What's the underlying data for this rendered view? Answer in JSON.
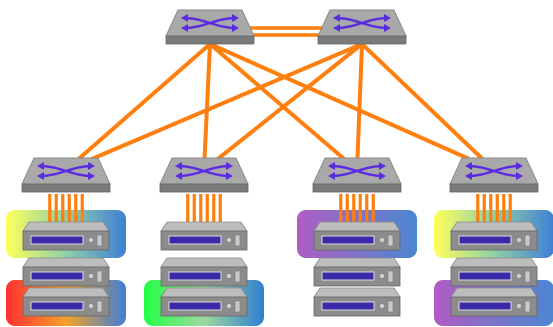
{
  "diagram": {
    "palette": {
      "background": "#ffffff",
      "link": "#ff7f0e",
      "switch_top": "#a9a9a9",
      "switch_side": "#7a7a7a",
      "switch_arrow": "#5b2be0",
      "server_body": "#a8a8a8",
      "server_front": "#8c8c8c",
      "server_display": "#3b2aa8",
      "server_led": "#cfcfcf"
    },
    "core_switches": [
      {
        "id": "core-switch-1",
        "icon": "network-switch-icon"
      },
      {
        "id": "core-switch-2",
        "icon": "network-switch-icon"
      }
    ],
    "edge_switches": [
      {
        "id": "edge-switch-1",
        "icon": "network-switch-icon"
      },
      {
        "id": "edge-switch-2",
        "icon": "network-switch-icon"
      },
      {
        "id": "edge-switch-3",
        "icon": "network-switch-icon"
      },
      {
        "id": "edge-switch-4",
        "icon": "network-switch-icon"
      }
    ],
    "core_links": [
      {
        "from": "core-switch-1",
        "to": "core-switch-2"
      }
    ],
    "uplinks": [
      {
        "from": "core-switch-1",
        "to": "edge-switch-1"
      },
      {
        "from": "core-switch-1",
        "to": "edge-switch-2"
      },
      {
        "from": "core-switch-1",
        "to": "edge-switch-3"
      },
      {
        "from": "core-switch-1",
        "to": "edge-switch-4"
      },
      {
        "from": "core-switch-2",
        "to": "edge-switch-1"
      },
      {
        "from": "core-switch-2",
        "to": "edge-switch-2"
      },
      {
        "from": "core-switch-2",
        "to": "edge-switch-3"
      },
      {
        "from": "core-switch-2",
        "to": "edge-switch-4"
      }
    ],
    "racks": [
      {
        "switch": "edge-switch-1",
        "server_count": 3,
        "cable_count": 6,
        "groups": [
          {
            "colors": [
              "#ffff5a",
              "#8fd0a8",
              "#3f7fd6"
            ]
          },
          {
            "colors": [
              "#ff3030",
              "#f5a12a",
              "#3f7fd6"
            ]
          }
        ]
      },
      {
        "switch": "edge-switch-2",
        "server_count": 3,
        "cable_count": 6,
        "groups": [
          {
            "colors": []
          },
          {
            "colors": [
              "#22ff44",
              "#9fd8a0",
              "#2f7fd0"
            ]
          }
        ]
      },
      {
        "switch": "edge-switch-3",
        "server_count": 3,
        "cable_count": 6,
        "groups": [
          {
            "colors": [
              "#b05cc4",
              "#7d74c8",
              "#4b86d2"
            ]
          },
          {
            "colors": []
          }
        ]
      },
      {
        "switch": "edge-switch-4",
        "server_count": 3,
        "cable_count": 6,
        "groups": [
          {
            "colors": [
              "#ffff5a",
              "#8fd0a8",
              "#3f7fd6"
            ]
          },
          {
            "colors": [
              "#b05cc4",
              "#7d74c8",
              "#4b86d2"
            ]
          }
        ]
      }
    ]
  }
}
